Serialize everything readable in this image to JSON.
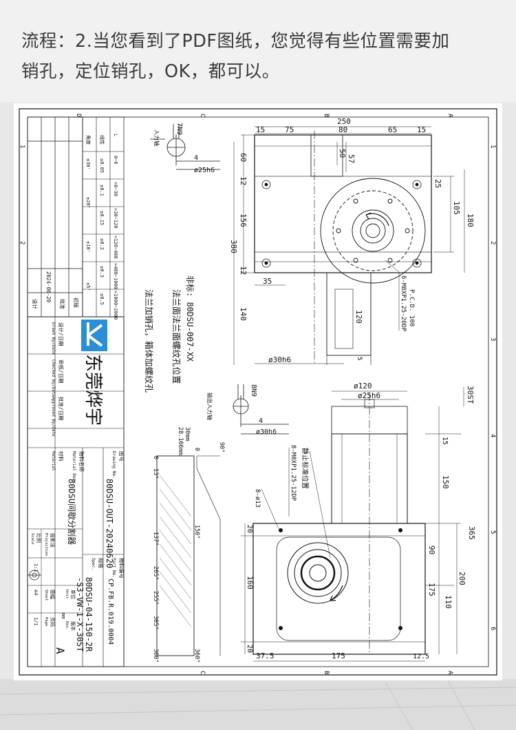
{
  "caption": {
    "line1": "流程：2.当您看到了PDF图纸，您觉得有些位置需要加",
    "line2": "销孔，定位销孔，OK，都可以。"
  },
  "drawing": {
    "zone_letters": [
      "D",
      "C",
      "B",
      "A"
    ],
    "zone_numbers": [
      "1",
      "2",
      "3",
      "4",
      "5",
      "6"
    ],
    "company_name": "东莞烨宇",
    "annotations": {
      "note_label": "非标: 80DSU-007-XX",
      "note_line1": "法兰面法兰面螺纹孔位置",
      "note_line2": "法兰加销孔，箱体加螺纹孔",
      "thread_spec": "6-M8XP1.25-20DP",
      "pcd": "P.C.D. 100",
      "thread_spec2": "8-M8XP1.25-12DP",
      "hole_spec": "8-ø13",
      "static_position": "静止标准位置",
      "input_shaft": "入力轴",
      "input_shaft2": "输出入力轴"
    },
    "top_view": {
      "dims_top": [
        "250",
        "15",
        "75",
        "80",
        "65",
        "15"
      ],
      "dims_left": [
        "60",
        "156",
        "12",
        "12"
      ],
      "dim_380": "380",
      "dim_140": "140",
      "dim_35": "35",
      "dim_50": "50",
      "dim_57": "57",
      "dim_25": "25",
      "dim_105": "105",
      "dim_180": "180",
      "dim_120": "120",
      "dim_5": "5",
      "shaft_in": "ø25h6",
      "shaft_out": "ø30h6",
      "key_label": "7N9",
      "key_dim": "4"
    },
    "bottom_view": {
      "dim_120": "ø120",
      "dim_25": "ø25h6",
      "dim_30st": "30ST",
      "dim_15": "15",
      "dim_150": "150",
      "dim_365": "365",
      "dim_90": "90",
      "dim_200": "200",
      "dim_175v": "175",
      "dim_110": "110",
      "dim_160": "160",
      "dim_20a": "20",
      "dim_20b": "20",
      "dim_37": "37.5",
      "dim_175h": "175",
      "dim_12": "12.5",
      "shaft": "ø30h6",
      "key_label": "8N9",
      "key_dim": "4"
    },
    "cam_chart": {
      "ticks": [
        "0",
        "13°",
        "137°",
        "205°",
        "255°",
        "305°",
        "360°"
      ],
      "ticks_right": [
        "0",
        "150°",
        "360°"
      ],
      "stroke_label": "30mm",
      "stroke_label2": "28.166mm",
      "angle": "90°"
    },
    "tolerance_table": {
      "header": [
        "L",
        "0~6",
        ">6~30",
        ">30~120",
        ">120~400",
        ">400~1000",
        ">1000~2000"
      ],
      "row_linear": [
        "±0.05",
        "±0.1",
        "±0.15",
        "±0.2",
        "±0.3",
        "±0.5"
      ],
      "row_angle": [
        "±30'",
        "±20'",
        "±10'",
        "±5'"
      ],
      "left_labels": [
        "线性",
        "角度"
      ]
    },
    "title_block": {
      "drawn": "设计/日期",
      "drawn_en": "Drawn By/Date",
      "checked": "审核/日期",
      "checked_en": "Checked By/Date",
      "approved": "批准/日期",
      "approved_en": "Approved By/Date",
      "material": "材料",
      "material_en": "Material",
      "drawing_no_label": "图号",
      "drawing_no_en": "Drawing No.",
      "drawing_no": "80DSU-OUT-20240620",
      "part_name_label": "物料名称",
      "part_name_en": "Material Desc.",
      "part_name": "80DSU间歇分割器",
      "part_no_label": "物料编号",
      "part_no_en": "Part No.",
      "part_no": "CP.FB.R.019.0004",
      "spec_label": "规格",
      "spec_en": "Spec.",
      "spec1": "80DSU-04-150-2R",
      "spec2": "-S3-VW-1-X-30ST",
      "projection": "投影法",
      "projection_en": "Projection",
      "scale": "比例",
      "scale_en": "Scale",
      "scale_val": "1:1",
      "sheet": "图幅",
      "sheet_en": "Sheet",
      "sheet_val": "A4",
      "page": "页码",
      "page_en": "Page",
      "page_val": "1/1",
      "unit": "单位",
      "unit_en": "Unit",
      "unit_val": "mm",
      "rev": "版本",
      "rev_en": "Rev.",
      "rev_val": "A",
      "revision_date": "2024-06-20",
      "revision_note": "初版",
      "approver": "批准",
      "reviewer": "审核",
      "designer": "设计"
    }
  }
}
